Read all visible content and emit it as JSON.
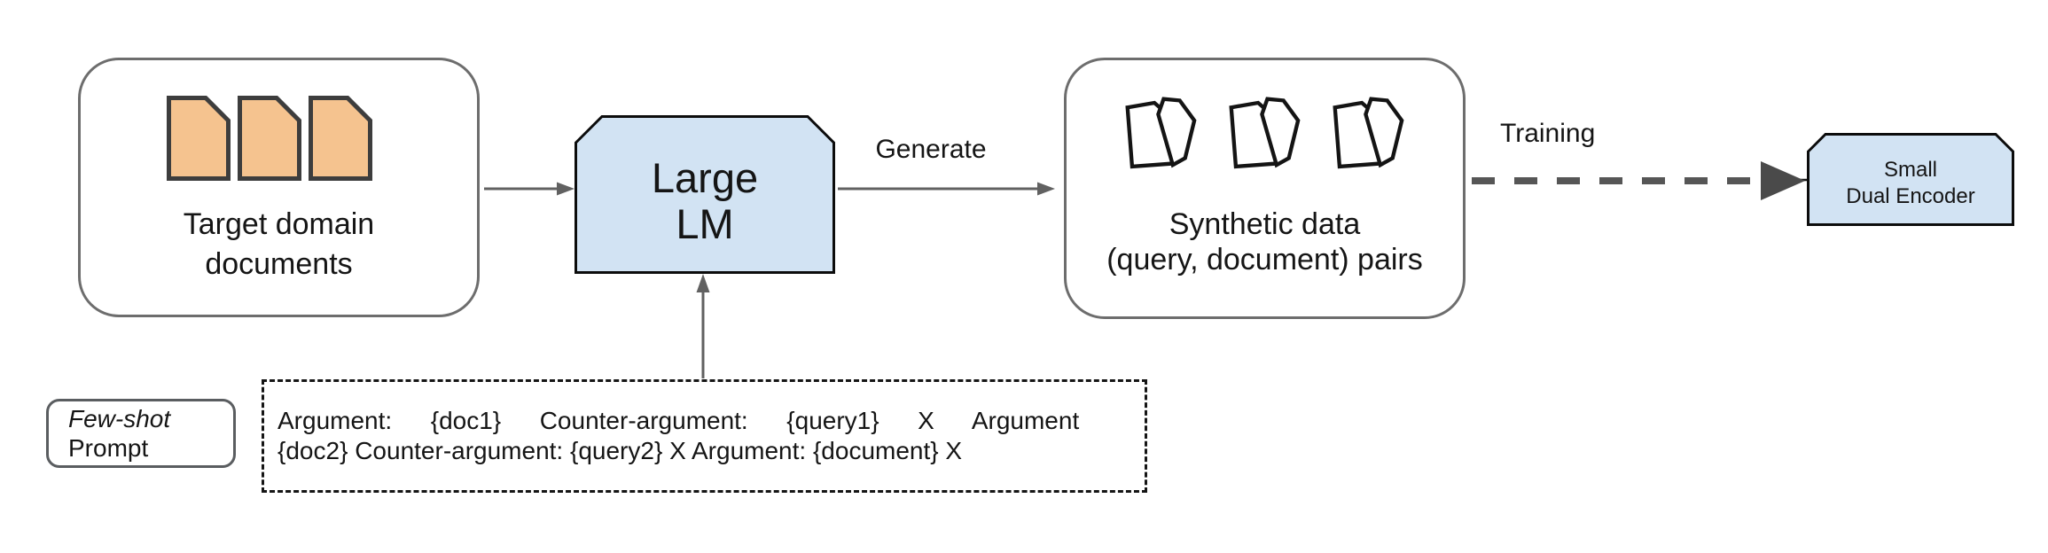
{
  "figure": {
    "target_box": {
      "line1": "Target domain",
      "line2": "documents"
    },
    "lm_box": {
      "line1": "Large",
      "line2": "LM"
    },
    "generate_label": "Generate",
    "synthetic_box": {
      "line1": "Synthetic data",
      "line2": "(query, document) pairs"
    },
    "training_label": "Training",
    "encoder_box": {
      "line1": "Small",
      "line2": "Dual Encoder"
    },
    "few_shot": {
      "line1": "Few-shot",
      "line2": "Prompt"
    },
    "prompt": {
      "line1": "Argument:  {doc1}  Counter-argument:  {query1}  X  Argument",
      "line2": "{doc2} Counter-argument: {query2} X Argument: {document} X"
    },
    "icons": {
      "target_documents": "document-icon",
      "synthetic_pairs": "document-pair-icon",
      "arrows": "arrow-icon"
    },
    "colors": {
      "document_fill": "#F5C38F",
      "document_stroke": "#3d3d3d",
      "model_box_fill": "#D2E3F3",
      "model_box_stroke": "#0c0c0c",
      "arrow_gray": "#616161",
      "dashed_arrow_gray": "#565656",
      "container_border_gray": "#6d6d6d"
    }
  }
}
